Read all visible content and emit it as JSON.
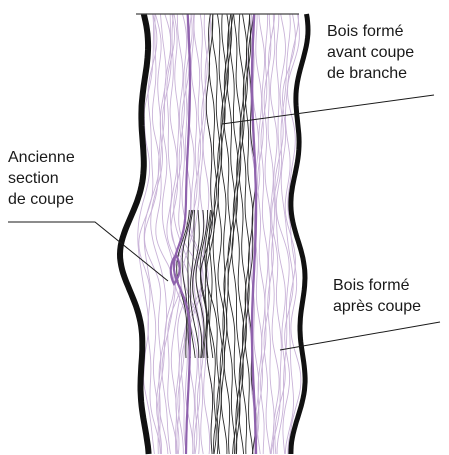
{
  "labels": {
    "wood_before": [
      "Bois formé",
      "avant coupe",
      "de branche"
    ],
    "old_cut": [
      "Ancienne",
      "section",
      "de coupe"
    ],
    "wood_after": [
      "Bois formé",
      "après coupe"
    ]
  },
  "colors": {
    "bark": "#111111",
    "wood_old": "#2a2a2a",
    "wood_new": "#c9b3d8",
    "growth_ring": "#8f62ad",
    "leader": "#1a1a1a"
  }
}
